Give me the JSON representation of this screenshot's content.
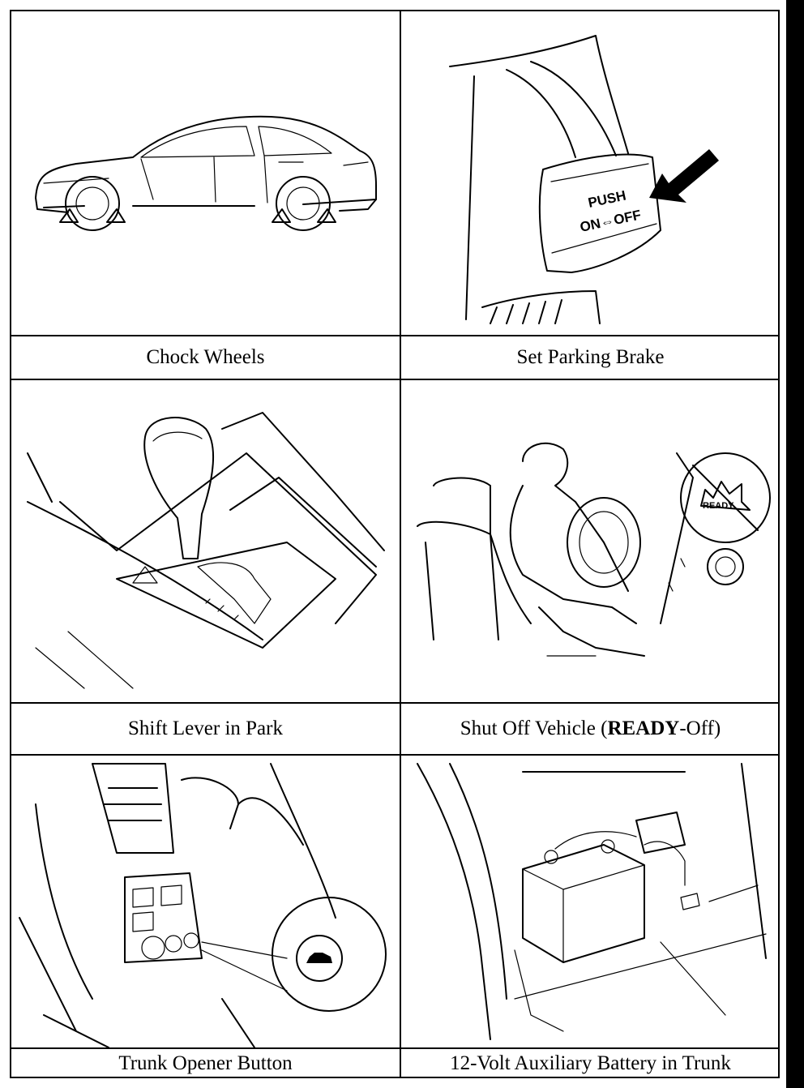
{
  "panels": [
    {
      "caption": "Chock Wheels"
    },
    {
      "caption": "Set Parking Brake",
      "pedal_text": [
        "PUSH",
        "ON⇔OFF"
      ]
    },
    {
      "caption": "Shift Lever in Park"
    },
    {
      "caption_pre": "Shut Off Vehicle (",
      "caption_bold": "READY",
      "caption_post": "-Off)",
      "indicator_text": "READY"
    },
    {
      "caption": "Trunk Opener Button"
    },
    {
      "caption": "12-Volt Auxiliary Battery in Trunk"
    }
  ]
}
